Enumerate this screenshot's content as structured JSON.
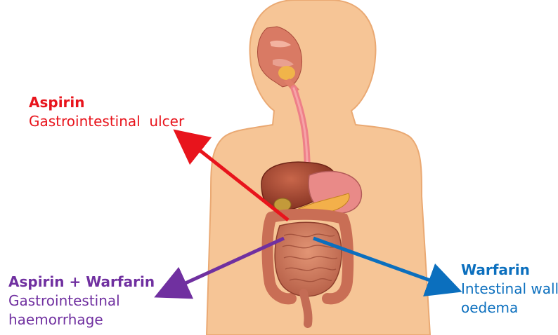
{
  "colors": {
    "aspirin": "#e8141c",
    "combination": "#7030a0",
    "warfarin": "#0b6fbe",
    "skin": "#f6c596",
    "skin_edge": "#eaa973"
  },
  "labels": {
    "aspirin": {
      "title": "Aspirin",
      "lines": [
        "Gastrointestinal  ulcer"
      ]
    },
    "combination": {
      "title": "Aspirin + Warfarin",
      "lines": [
        "Gastrointestinal",
        "haemorrhage"
      ]
    },
    "warfarin": {
      "title": "Warfarin",
      "lines": [
        "Intestinal wall",
        "oedema"
      ]
    }
  }
}
